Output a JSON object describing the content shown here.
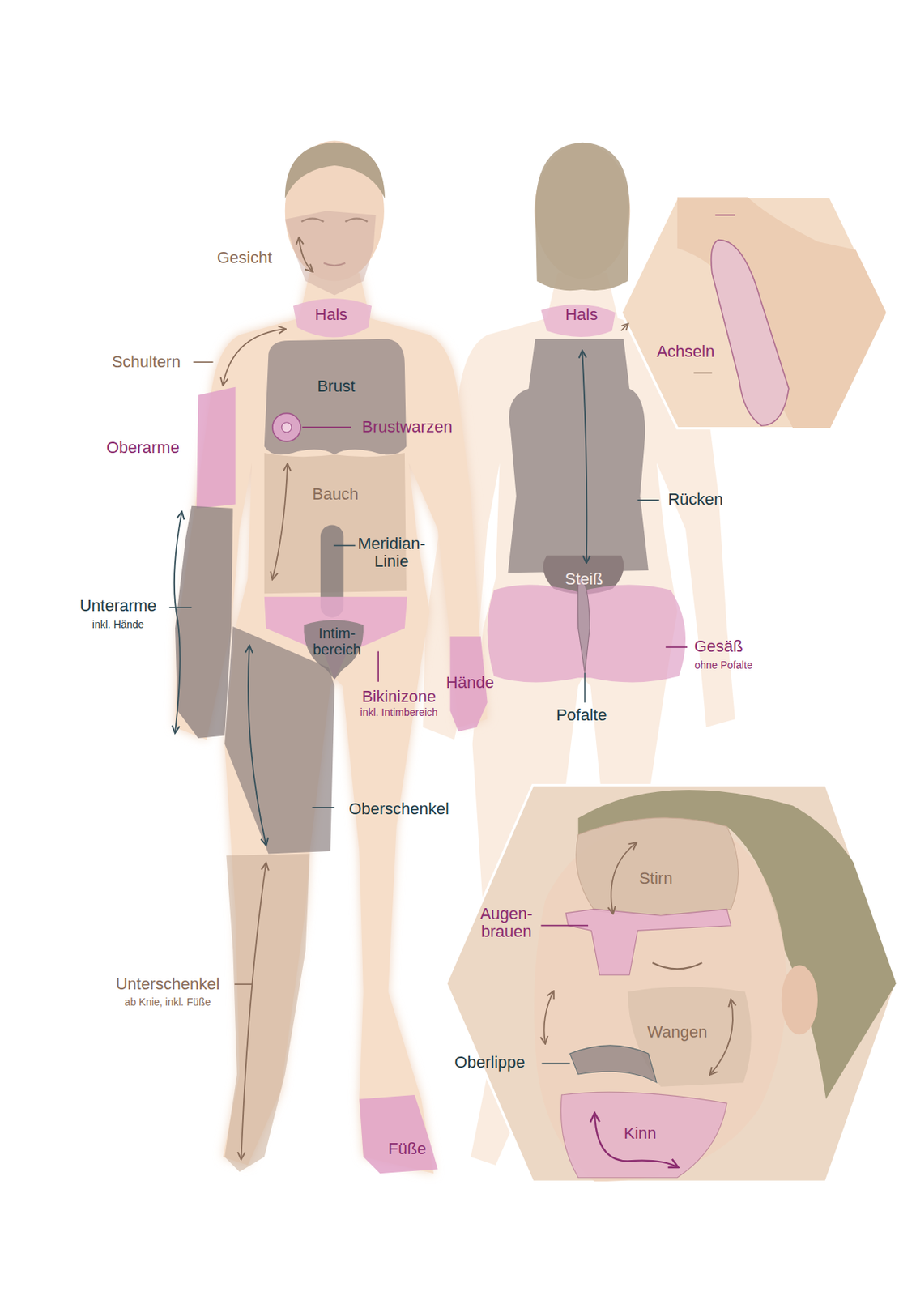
{
  "diagram": {
    "labels": [
      "Gesicht",
      "Hals",
      "Hals",
      "Achseln",
      "Schultern",
      "Brust",
      "Brustwarzen",
      "Oberarme",
      "Bauch",
      "Rücken",
      "Meridian-Linie",
      "Steiß",
      "Unterarme",
      "inkl. Hände",
      "Intim-bereich",
      "Gesäß",
      "ohne Pofalte",
      "Hände",
      "Bikinizone",
      "inkl. Intimbereich",
      "Pofalte",
      "Oberschenkel",
      "Stirn",
      "Augen-brauen",
      "Unterschenkel",
      "ab Knie, inkl. Füße",
      "Wangen",
      "Oberlippe",
      "Kinn",
      "Füße"
    ]
  }
}
